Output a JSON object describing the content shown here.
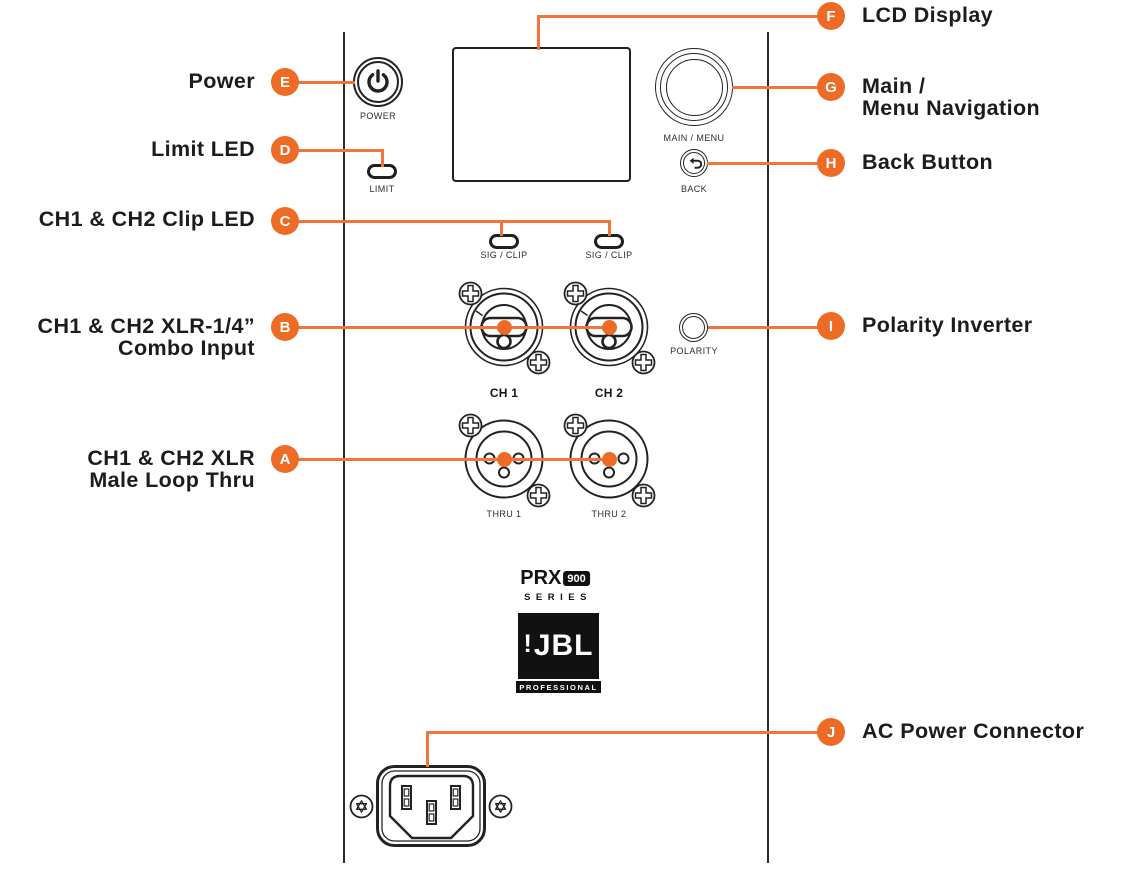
{
  "colors": {
    "orange": "#ee6b26",
    "line_orange": "#f2743c",
    "ink": "#1c1c1c"
  },
  "callouts_left": [
    {
      "letter": "E",
      "lines": [
        "Power"
      ]
    },
    {
      "letter": "D",
      "lines": [
        "Limit LED"
      ]
    },
    {
      "letter": "C",
      "lines": [
        "CH1 & CH2 Clip LED"
      ]
    },
    {
      "letter": "B",
      "lines": [
        "CH1 & CH2 XLR-1/4”",
        "Combo Input"
      ]
    },
    {
      "letter": "A",
      "lines": [
        "CH1 & CH2 XLR",
        "Male Loop Thru"
      ]
    }
  ],
  "callouts_right": [
    {
      "letter": "F",
      "lines": [
        "LCD Display"
      ]
    },
    {
      "letter": "G",
      "lines": [
        "Main /",
        "Menu Navigation"
      ]
    },
    {
      "letter": "H",
      "lines": [
        "Back Button"
      ]
    },
    {
      "letter": "I",
      "lines": [
        "Polarity Inverter"
      ]
    },
    {
      "letter": "J",
      "lines": [
        "AC Power Connector"
      ]
    }
  ],
  "panel": {
    "captions": {
      "power": "POWER",
      "limit": "LIMIT",
      "sig_clip_1": "SIG / CLIP",
      "sig_clip_2": "SIG / CLIP",
      "main_menu": "MAIN / MENU",
      "back": "BACK",
      "ch1": "CH 1",
      "ch2": "CH 2",
      "polarity": "POLARITY",
      "thru1": "THRU 1",
      "thru2": "THRU 2"
    },
    "branding": {
      "prx": "PRX",
      "model": "900",
      "series": "SERIES",
      "excl": "!",
      "jbl": "JBL",
      "professional": "PROFESSIONAL"
    }
  }
}
